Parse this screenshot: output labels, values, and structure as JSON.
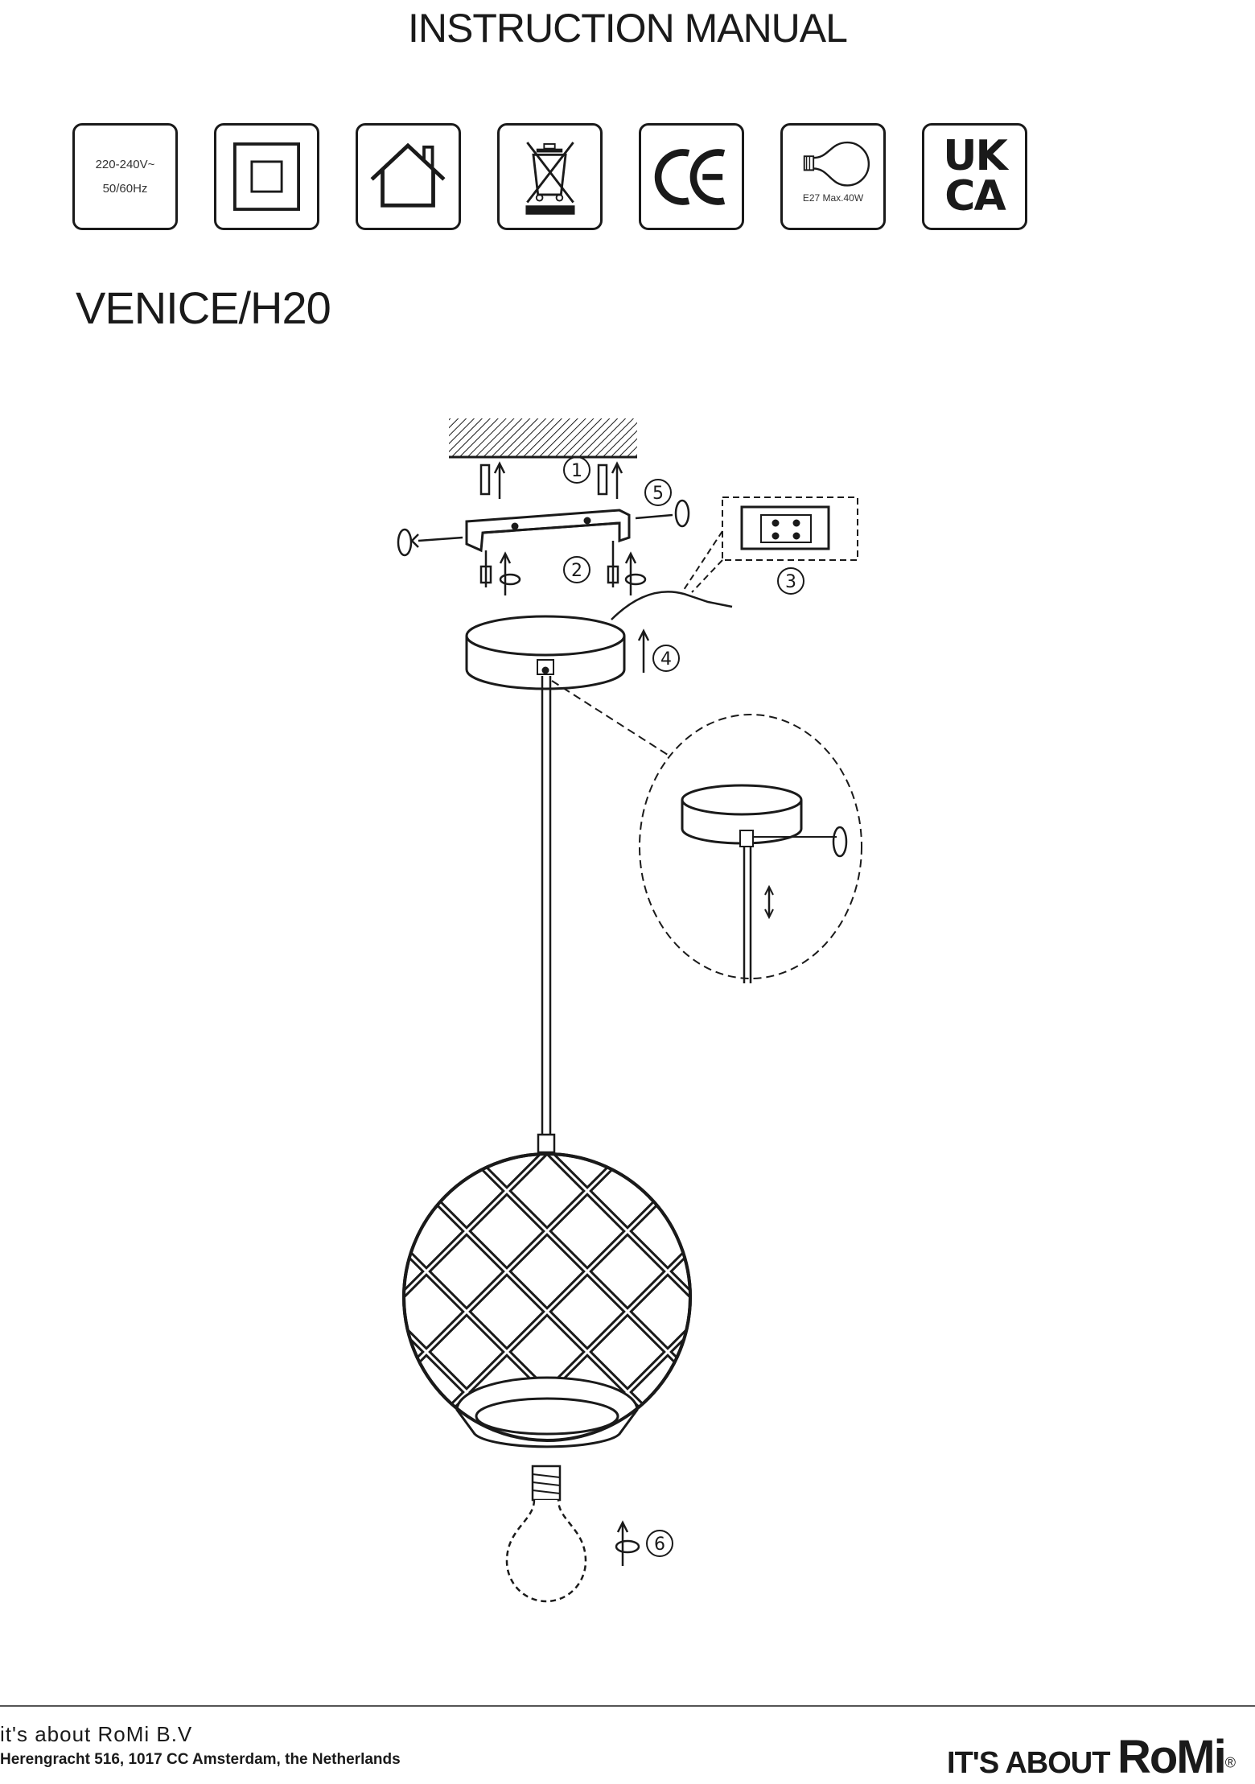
{
  "header": {
    "title": "INSTRUCTION MANUAL"
  },
  "icons": {
    "voltage": {
      "line1": "220-240V~",
      "line2": "50/60Hz",
      "icon": "voltage-rating-icon"
    },
    "class2": {
      "icon": "double-insulation-icon"
    },
    "indoor": {
      "icon": "indoor-use-house-icon"
    },
    "weee": {
      "icon": "crossed-out-bin-icon"
    },
    "ce": {
      "label": "CE",
      "icon": "ce-mark-icon"
    },
    "bulb": {
      "label": "E27 Max.40W",
      "icon": "bulb-spec-icon"
    },
    "ukca": {
      "line1": "UK",
      "line2": "CA",
      "icon": "ukca-mark-icon"
    }
  },
  "product": {
    "model": "VENICE/H20"
  },
  "diagram": {
    "steps": [
      "1",
      "2",
      "3",
      "4",
      "5",
      "6"
    ]
  },
  "footer": {
    "company": "it's about RoMi B.V",
    "address": "Herengracht 516, 1017 CC Amsterdam, the Netherlands",
    "brand_small": "IT'S ABOUT ",
    "brand_big": "RoMi",
    "brand_mark": "®"
  },
  "colors": {
    "ink": "#1a1a1a",
    "background": "#ffffff"
  }
}
